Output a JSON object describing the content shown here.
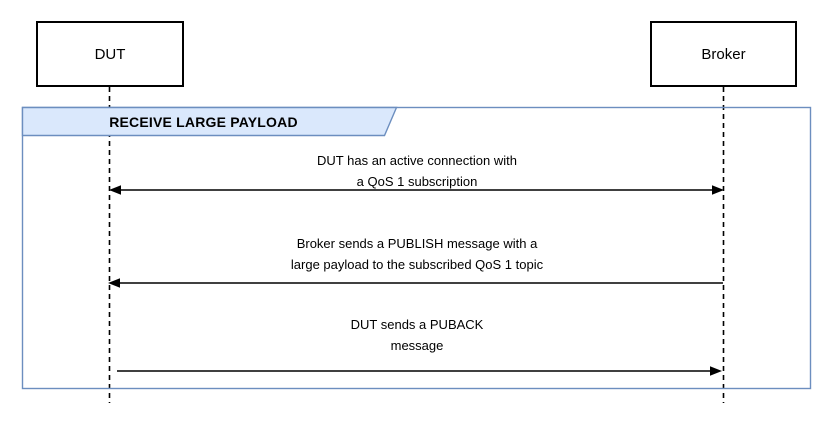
{
  "diagram": {
    "type": "uml-sequence",
    "background_color": "#ffffff",
    "frame": {
      "label": "RECEIVE LARGE PAYLOAD",
      "fill_color": "#dae8fc",
      "border_color": "#6c8ebf"
    },
    "actors": [
      {
        "id": "dut",
        "label": "DUT"
      },
      {
        "id": "broker",
        "label": "Broker"
      }
    ],
    "messages": [
      {
        "from": "DUT",
        "to": "Broker",
        "direction": "bidirectional",
        "line1": "DUT has an active connection with",
        "line2": "a QoS 1 subscription"
      },
      {
        "from": "Broker",
        "to": "DUT",
        "direction": "right-to-left",
        "line1": "Broker sends a PUBLISH message with a",
        "line2": "large payload to the subscribed QoS 1 topic"
      },
      {
        "from": "DUT",
        "to": "Broker",
        "direction": "left-to-right",
        "line1": "DUT sends a PUBACK",
        "line2": "message"
      }
    ],
    "line_color": "#000000"
  }
}
